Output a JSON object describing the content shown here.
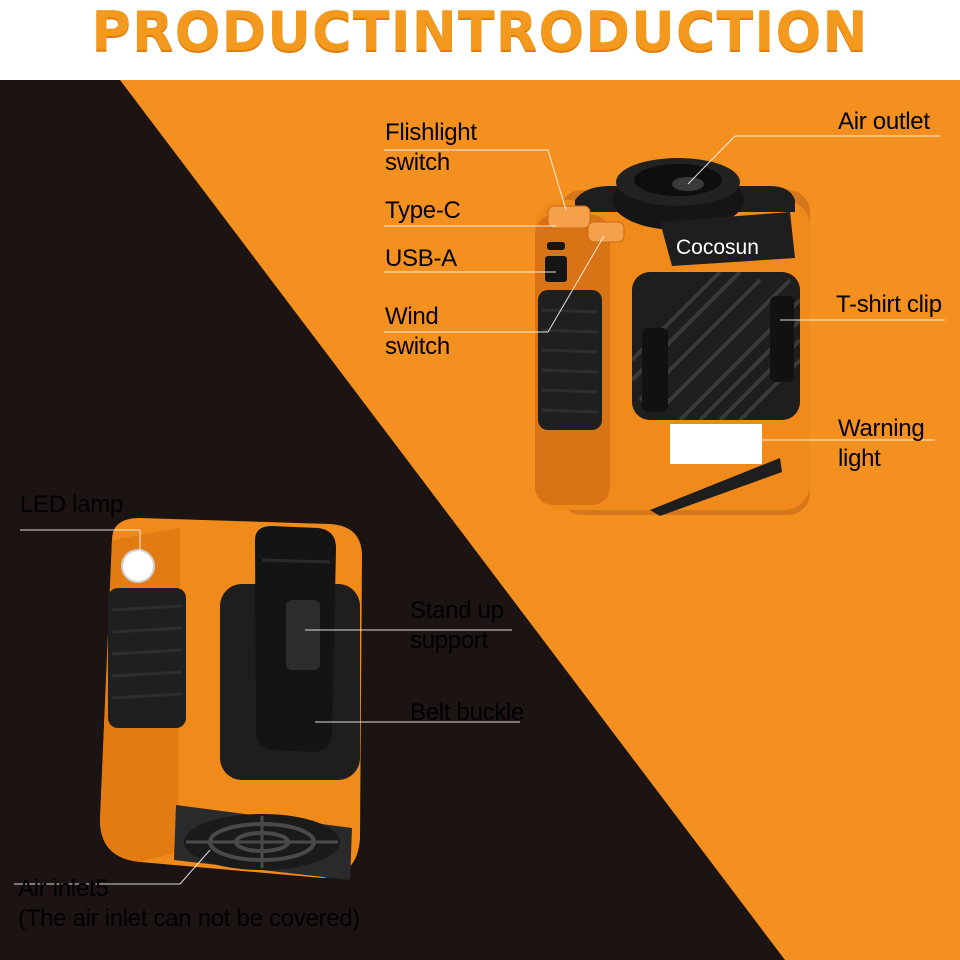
{
  "title": "PRODUCTINTRODUCTION",
  "brand": "Cocosun",
  "colors": {
    "title": "#f39a1e",
    "orange_bg": "#f4901f",
    "dark_bg": "#1b1412",
    "product_orange": "#f08a1a",
    "product_black": "#1e1e1e"
  },
  "labels": {
    "flashlight_switch": "Flishlight\nswitch",
    "type_c": "Type-C",
    "usb_a": "USB-A",
    "wind_switch": "Wind\nswitch",
    "air_outlet": "Air outlet",
    "tshirt_clip": "T-shirt clip",
    "warning_light": "Warning\nlight",
    "led_lamp": "LED lamp",
    "stand_up_support": "Stand up\nsupport",
    "belt_buckle": "Belt buckle",
    "air_inlet": "Air inlet5\n(The air inlet can not be covered)"
  }
}
